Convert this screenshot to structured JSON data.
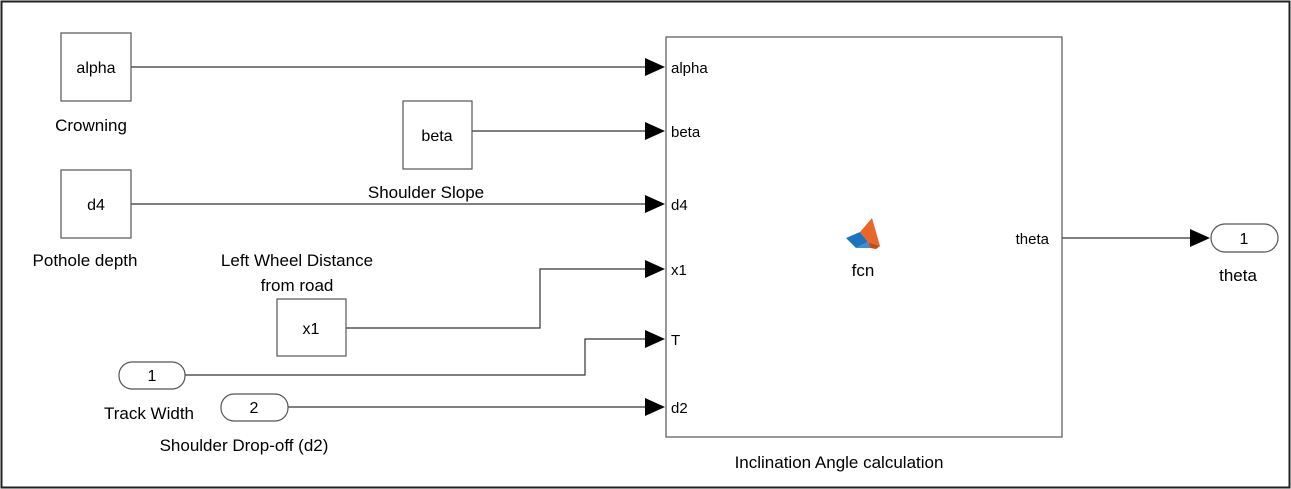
{
  "blocks": {
    "alpha": {
      "content": "alpha",
      "label": "Crowning"
    },
    "beta": {
      "content": "beta",
      "label": "Shoulder Slope"
    },
    "d4": {
      "content": "d4",
      "label": "Pothole depth"
    },
    "x1": {
      "content": "x1",
      "label_line1": "Left Wheel Distance",
      "label_line2": "from road"
    },
    "inport1": {
      "number": "1",
      "label": "Track Width"
    },
    "inport2": {
      "number": "2",
      "label": "Shoulder Drop-off (d2)"
    },
    "fcn": {
      "name": "fcn",
      "label": "Inclination Angle calculation",
      "inputs": [
        "alpha",
        "beta",
        "d4",
        "x1",
        "T",
        "d2"
      ],
      "output": "theta",
      "icon": "matlab-logo-icon"
    },
    "outport1": {
      "number": "1",
      "label": "theta"
    }
  },
  "colors": {
    "background": "#ffffff",
    "stroke": "#333333",
    "logo_orange": "#e8662a",
    "logo_blue": "#1e73be"
  }
}
